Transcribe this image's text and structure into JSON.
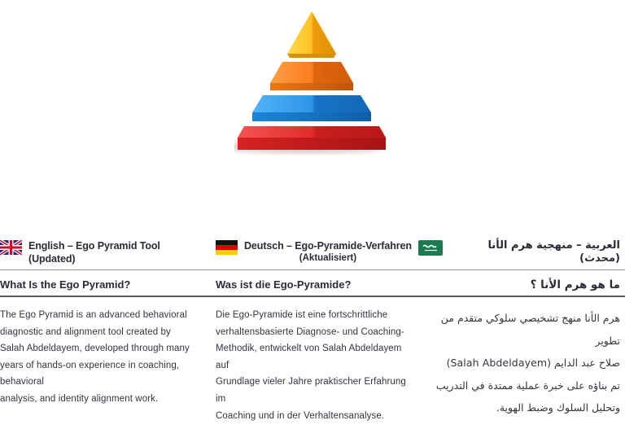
{
  "pyramid": {
    "description": "3D four-level pyramid illustration",
    "layers": [
      {
        "label": "top",
        "color": "#FFC125"
      },
      {
        "label": "upper-middle",
        "color": "#F97C1D"
      },
      {
        "label": "lower-middle",
        "color": "#2E96E8"
      },
      {
        "label": "base",
        "color": "#E32A2A"
      }
    ]
  },
  "dividers": {
    "top_color": "#90909a",
    "bottom_color": "#54545c"
  },
  "columns": [
    {
      "id": "english",
      "flag": "uk-flag-icon",
      "title_line1": "English – Ego Pyramid Tool (Updated)",
      "title_line2": "",
      "heading": "What Is the Ego Pyramid?",
      "body": "The Ego Pyramid is an advanced behavioral\ndiagnostic and alignment tool created by\nSalah Abdeldayem, developed through many\nyears of hands-on experience in coaching, behavioral\nanalysis, and identity alignment work."
    },
    {
      "id": "german",
      "flag": "germany-flag-icon",
      "title_line1": "Deutsch – Ego-Pyramide-Verfahren",
      "title_line2": "(Aktualisiert)",
      "heading": "Was ist die Ego-Pyramide?",
      "body": "Die Ego-Pyramide ist eine fortschrittliche\nverhaltensbasierte Diagnose- und Coaching-\nMethodik, entwickelt von Salah Abdeldayem auf\nGrundlage vieler Jahre praktischer Erfahrung im\nCoaching und in der Verhaltensanalyse."
    },
    {
      "id": "arabic",
      "flag": "saudi-arabia-flag-icon",
      "title_line1": "العربية – منهجية هرم الأنا (محدث)",
      "title_line2": "",
      "heading": "ما هو هرم الأنا ؟",
      "body": "هرم الأنا منهج تشخيصي سلوكي متقدم من تطوير\nصلاح عبد الدايم (Salah Abdeldayem)\nتم بناؤه على خبرة عملية ممتدة في التدريب\nوتحليل السلوك وضبط الهوية."
    }
  ]
}
